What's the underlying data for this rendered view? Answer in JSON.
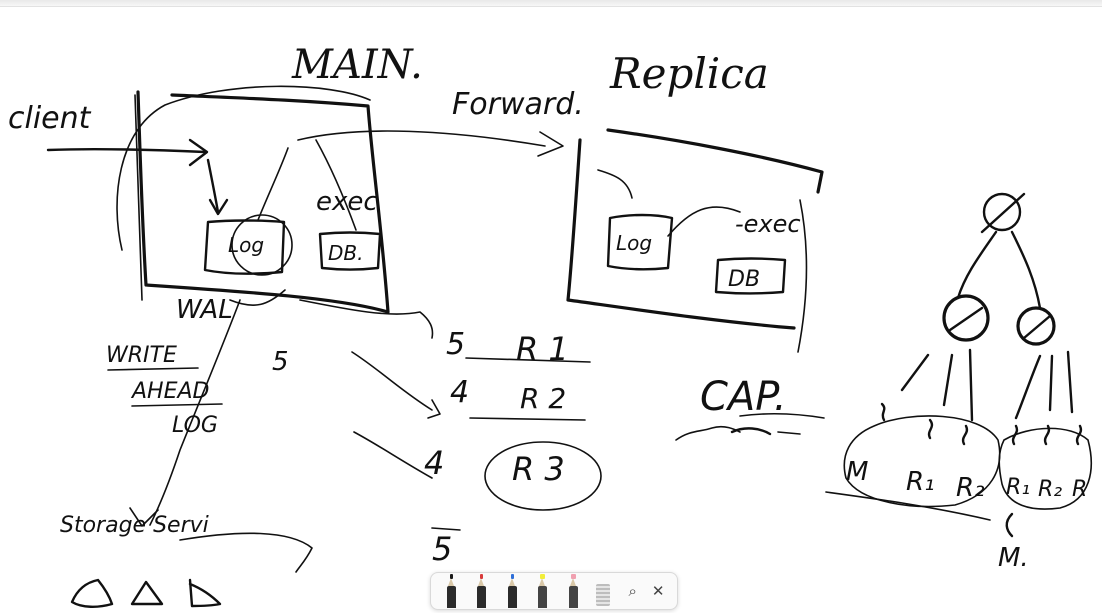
{
  "board": {
    "main_label": "MAIN.",
    "replica_label": "Replica",
    "client_label": "client",
    "forward_label": "Forward.",
    "exec_label_main": "exec",
    "exec_label_replica": "-exec",
    "log_main": "Log",
    "db_main": "DB.",
    "log_replica": "Log",
    "db_replica": "DB",
    "wal_label": "WAL",
    "write_label": "WRITE",
    "ahead_label": "AHEAD",
    "log_label": "LOG",
    "storage_label": "Storage Servi",
    "five_label": "5",
    "cap_label": "CAP.",
    "rows": [
      {
        "num": "5",
        "label": "R 1"
      },
      {
        "num": "4",
        "label": "R 2"
      },
      {
        "num": "4",
        "label": "R 3"
      },
      {
        "num": "5",
        "label": ""
      }
    ],
    "tree_left_labels": [
      "M",
      "R₁",
      "R₂"
    ],
    "tree_right_labels": [
      "R₁",
      "R₂",
      "R"
    ],
    "tree_m_label": "M."
  },
  "toolbar": {
    "tools": [
      {
        "name": "black-pen",
        "tip_color": "#1a1a1a"
      },
      {
        "name": "red-pen",
        "tip_color": "#d83b3b"
      },
      {
        "name": "blue-pen",
        "tip_color": "#2f6fd8"
      },
      {
        "name": "yellow-highlighter",
        "tip_color": "#f2ee3a"
      },
      {
        "name": "pink-highlighter",
        "tip_color": "#f0a0b0"
      }
    ],
    "lasso_icon": "lasso-icon",
    "close_icon": "close-icon",
    "lasso_glyph": "⌕",
    "close_glyph": "✕"
  }
}
